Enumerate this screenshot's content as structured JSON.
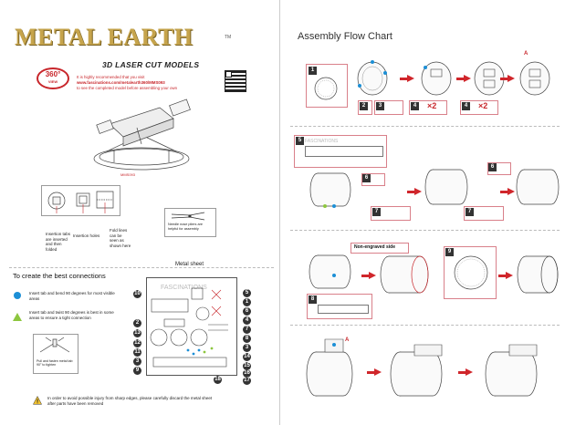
{
  "left": {
    "logo_text": "METAL EARTH",
    "tm": "TM",
    "subtitle": "3D LASER CUT MODELS",
    "badge_main": "360°",
    "badge_sub": "VIEW",
    "recommend_line1": "It is highly recommended that you visit",
    "recommend_url": "www.fascinations.com/metalearth360/MMS093",
    "recommend_line2": "to see the completed model before assembling your own",
    "model_code": "MMS093",
    "insertion_tabs": "Insertion tabs are inserted and then folded",
    "insertion_holes": "Insertion holes",
    "fold_lines": "Fold lines can be seen as shown here",
    "pliers_note": "Needle nose pliers are helpful for assembly",
    "metal_sheet_title": "Metal sheet",
    "best_connections_title": "To create the best connections",
    "tip_blue": "Insert tab and bend 90 degrees for most visible areas",
    "tip_green": "Insert tab and twist 90 degrees is best in some areas to ensure a tight connection",
    "pull_note": "Pull and fasten metal tab 90° to tighten",
    "warning": "In order to avoid possible injury from sharp edges, please carefully discard the metal sheet after parts have been removed",
    "sheet_watermark": "FASCINATIONS",
    "sheet_numbers_left": [
      "10",
      "2",
      "13",
      "12",
      "11",
      "3",
      "9"
    ],
    "sheet_numbers_right": [
      "5",
      "1",
      "6",
      "4",
      "7",
      "8",
      "3",
      "14",
      "15",
      "16",
      "17",
      "18"
    ]
  },
  "right": {
    "title": "Assembly Flow Chart",
    "watermark": "FASCINATIONS",
    "step_labels": [
      "1",
      "2",
      "3",
      "4",
      "4",
      "5",
      "6",
      "6",
      "7",
      "7",
      "8",
      "9"
    ],
    "x2_label": "×2",
    "letter_a": "A",
    "non_engraved": "Non-engraved side"
  },
  "colors": {
    "gold": "#c6a44c",
    "red": "#c8262b",
    "blue": "#1c8fd6",
    "green": "#8dc63f"
  }
}
